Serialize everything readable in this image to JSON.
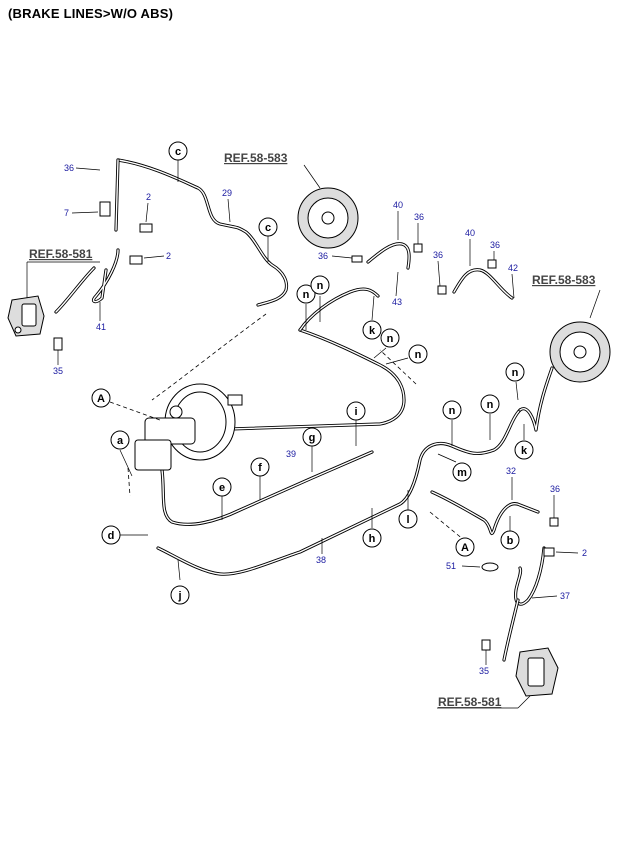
{
  "title": "(BRAKE LINES>W/O ABS)",
  "ref_labels": {
    "ref_583_top": "REF.58-583",
    "ref_581_left": "REF.58-581",
    "ref_583_right": "REF.58-583",
    "ref_581_bottom": "REF.58-581"
  },
  "letter_callouts": {
    "c1": "c",
    "c2": "c",
    "A1": "A",
    "a": "a",
    "d": "d",
    "j": "j",
    "e": "e",
    "f": "f",
    "g": "g",
    "i": "i",
    "h": "h",
    "l": "l",
    "m": "m",
    "k1": "k",
    "k2": "k",
    "n1": "n",
    "n2": "n",
    "n3": "n",
    "n4": "n",
    "n5": "n",
    "n6": "n",
    "n7": "n",
    "b": "b",
    "A2": "A"
  },
  "part_numbers": {
    "p36a": "36",
    "p7": "7",
    "p2a": "2",
    "p29": "29",
    "p2b": "2",
    "p41": "41",
    "p35a": "35",
    "p40a": "40",
    "p36b": "36",
    "p36c": "36",
    "p43": "43",
    "p40b": "40",
    "p36d": "36",
    "p36e": "36",
    "p42": "42",
    "p39": "39",
    "p38": "38",
    "p32": "32",
    "p36f": "36",
    "p2c": "2",
    "p51": "51",
    "p37": "37",
    "p35b": "35"
  }
}
